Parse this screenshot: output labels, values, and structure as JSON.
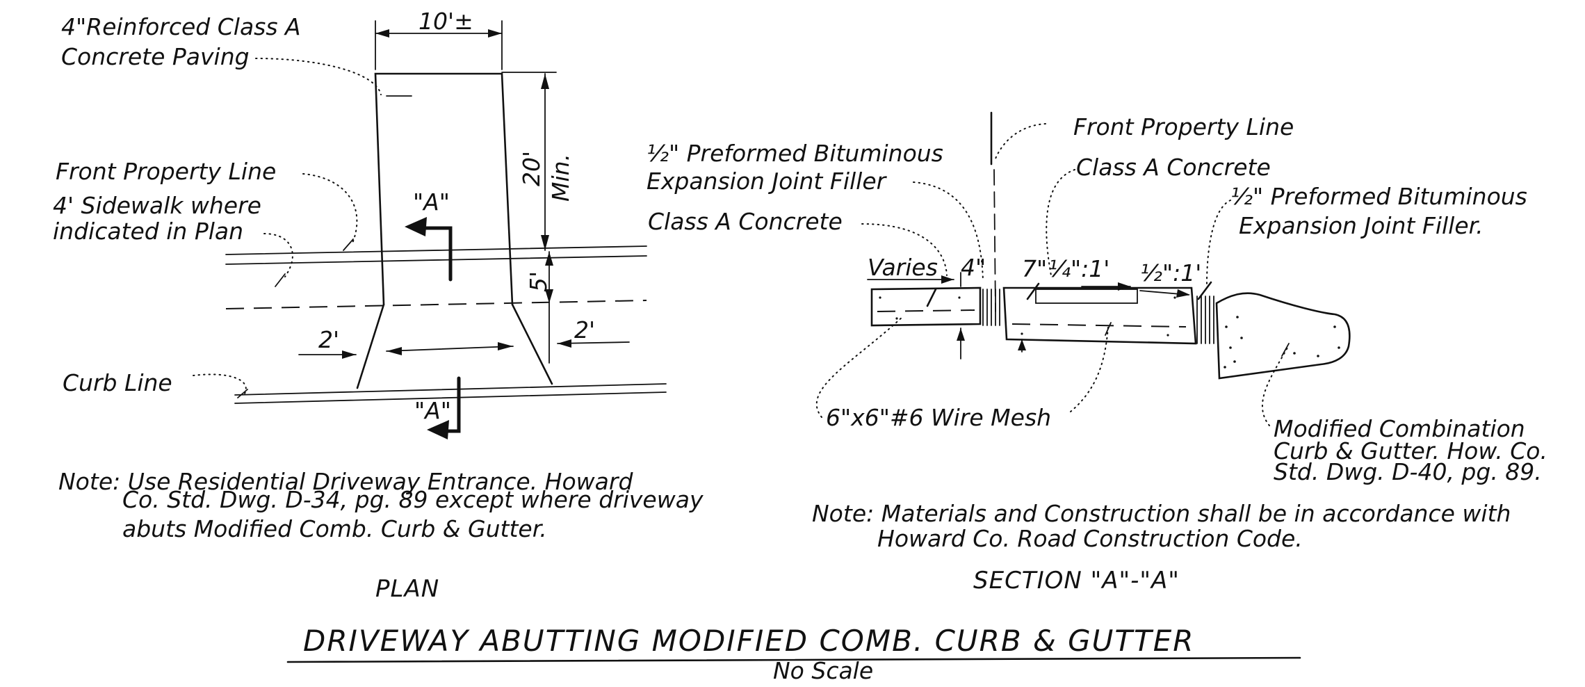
{
  "plan": {
    "paving_label_1": "4\"Reinforced Class A",
    "paving_label_2": "Concrete Paving",
    "width_dim": "10'±",
    "depth_dim_1": "20'",
    "depth_dim_2": "Min.",
    "property_line_label": "Front Property Line",
    "sidewalk_label_1": "4' Sidewalk where",
    "sidewalk_label_2": "indicated in Plan",
    "section_mark_top": "\"A\"",
    "section_mark_bottom": "\"A\"",
    "sidewalk_dim": "5'",
    "flare_left_dim": "2'",
    "flare_right_dim": "2'",
    "curb_line_label": "Curb Line",
    "note_line_1": "Note: Use Residential Driveway Entrance. Howard",
    "note_line_2": "Co. Std. Dwg. D-34, pg. 89 except where driveway",
    "note_line_3": "abuts Modified Comb. Curb & Gutter.",
    "view_title": "PLAN"
  },
  "section": {
    "property_line_label": "Front Property Line",
    "joint_filler_left_1": "½\" Preformed Bituminous",
    "joint_filler_left_2": "Expansion Joint Filler",
    "concrete_label_center": "Class A Concrete",
    "joint_filler_right_1": "½\" Preformed Bituminous",
    "joint_filler_right_2": "Expansion Joint Filler.",
    "concrete_label_left": "Class A Concrete",
    "varies_dim": "Varies",
    "thickness_4": "4\"",
    "thickness_7": "7\"",
    "slope_1": "¼\":1'",
    "slope_2": "½\":1'",
    "wire_mesh_label": "6\"x6\"#6  Wire Mesh",
    "curb_label_1": "Modified Combination",
    "curb_label_2": "Curb & Gutter. How. Co.",
    "curb_label_3": "Std. Dwg. D-40, pg. 89.",
    "note_line_1": "Note: Materials and Construction shall be in accordance with",
    "note_line_2": "Howard  Co. Road Construction Code.",
    "view_title": "SECTION  \"A\"-\"A\""
  },
  "title": {
    "main": "DRIVEWAY ABUTTING MODIFIED COMB. CURB & GUTTER",
    "subtitle": "No  Scale"
  }
}
